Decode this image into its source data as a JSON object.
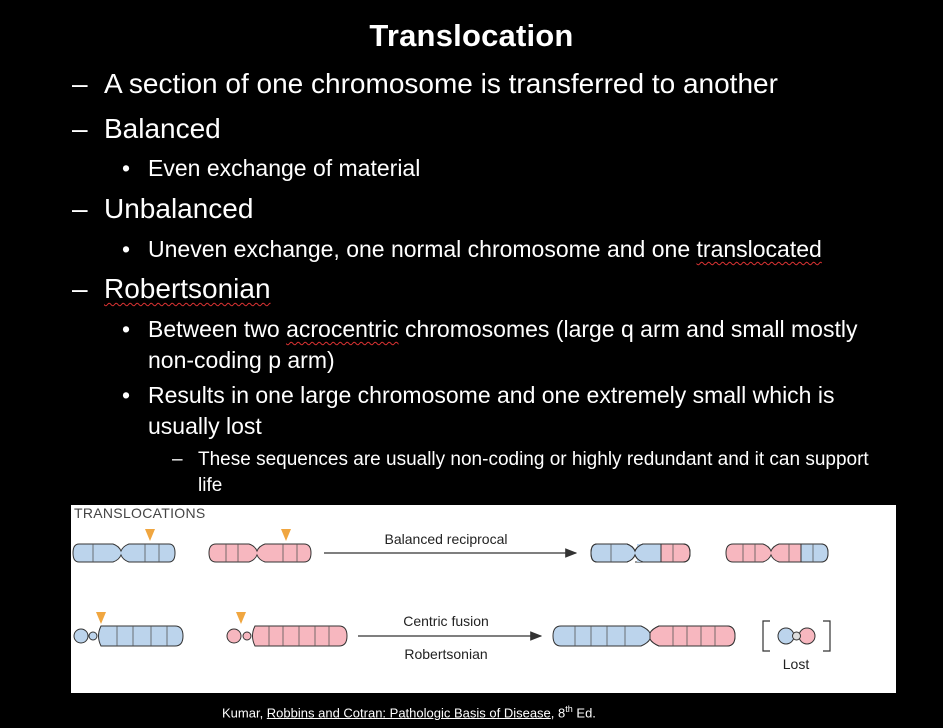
{
  "title": "Translocation",
  "bullets": {
    "b1": "A section of one chromosome is transferred to another",
    "balanced": "Balanced",
    "balanced_sub": "Even exchange of material",
    "unbalanced": "Unbalanced",
    "unbalanced_sub_a": "Uneven exchange, one normal chromosome and one ",
    "unbalanced_sub_b": "translocated",
    "robertsonian": "Robertsonian",
    "rob_sub1_a": " Between two ",
    "rob_sub1_b": "acrocentric",
    "rob_sub1_c": " chromosomes (large q arm and small mostly non-coding p arm)",
    "rob_sub2": "Results in one large chromosome and one extremely small which is usually lost",
    "rob_sub3": "These sequences are usually non-coding or highly redundant and it can support life"
  },
  "figure": {
    "label": "TRANSLOCATIONS",
    "balanced_label": "Balanced reciprocal",
    "centric_label": "Centric fusion",
    "robertsonian_label": "Robertsonian",
    "lost_label": "Lost",
    "colors": {
      "blue_fill": "#bcd4ec",
      "pink_fill": "#f7b7bf",
      "marker": "#f0a640",
      "outline": "#333333"
    }
  },
  "citation": {
    "prefix": "Kumar, ",
    "book": "Robbins and Cotran: Pathologic Basis of Disease",
    "suffix": ", 8",
    "sup": "th",
    "end": " Ed."
  }
}
